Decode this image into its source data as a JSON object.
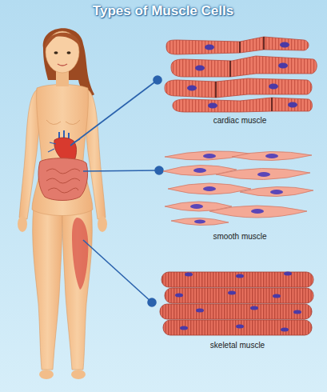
{
  "diagram": {
    "title": "Types of Muscle Cells",
    "labels": [
      "cardiac muscle",
      "smooth muscle",
      "skeletal muscle"
    ]
  }
}
